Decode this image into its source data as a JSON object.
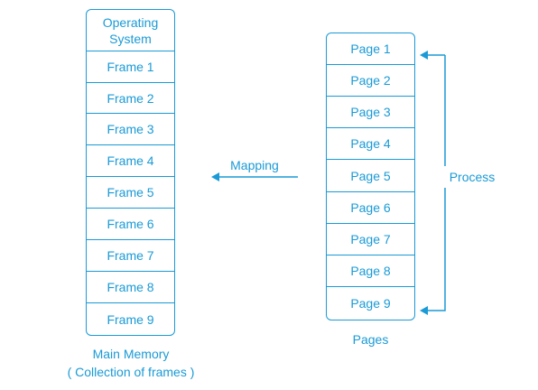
{
  "main_memory": {
    "os_line1": "Operating",
    "os_line2": "System",
    "frames": [
      "Frame 1",
      "Frame 2",
      "Frame 3",
      "Frame 4",
      "Frame 5",
      "Frame 6",
      "Frame 7",
      "Frame 8",
      "Frame 9"
    ],
    "caption_line1": "Main Memory",
    "caption_line2": "( Collection of frames )"
  },
  "pages": {
    "items": [
      "Page 1",
      "Page 2",
      "Page 3",
      "Page 4",
      "Page 5",
      "Page 6",
      "Page 7",
      "Page 8",
      "Page 9"
    ],
    "caption": "Pages"
  },
  "mapping_label": "Mapping",
  "process_label": "Process",
  "colors": {
    "accent": "#1a9ad6",
    "background": "#ffffff"
  }
}
